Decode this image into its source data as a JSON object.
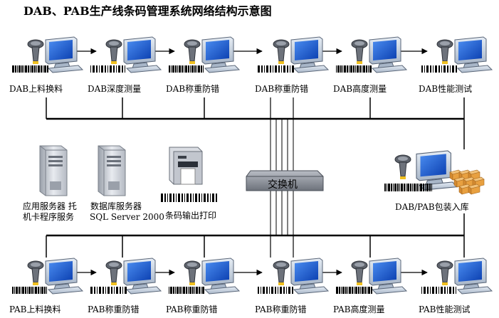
{
  "title": "DAB、PAB生产线条码管理系统网络结构示意图",
  "dab_line": [
    {
      "label": "DAB上料换料"
    },
    {
      "label": "DAB深度测量"
    },
    {
      "label": "DAB称重防错"
    },
    {
      "label": "DAB称重防错"
    },
    {
      "label": "DAB高度测量"
    },
    {
      "label": "DAB性能测试"
    }
  ],
  "pab_line": [
    {
      "label": "PAB上料换料"
    },
    {
      "label": "PAB称重防错"
    },
    {
      "label": "PAB称重防错"
    },
    {
      "label": "PAB称重防错"
    },
    {
      "label": "PAB高度测量"
    },
    {
      "label": "PAB性能测试"
    }
  ],
  "servers": {
    "app_server": {
      "line1": "应用服务器 托",
      "line2": "机卡程序服务"
    },
    "db_server": {
      "line1": "数据库服务器",
      "line2": "SQL Server 2000"
    }
  },
  "printer": {
    "label": "条码输出打印"
  },
  "switch": {
    "label": "交换机"
  },
  "warehouse": {
    "label": "DAB/PAB包装入库"
  },
  "icons": {
    "workstation": "barcode-scanner-computer-icon",
    "server": "server-tower-icon",
    "printer": "barcode-printer-icon",
    "switch": "network-switch-icon",
    "warehouse": "warehouse-workstation-icon"
  },
  "colors": {
    "monitor_screen": "#1a5fd6",
    "monitor_body": "#c9d6e6",
    "scanner_body": "#7a7f88",
    "switch_body": "#8a8f99",
    "server_body": "#c8ccd4",
    "box": "#e8a040",
    "line": "#000000"
  }
}
